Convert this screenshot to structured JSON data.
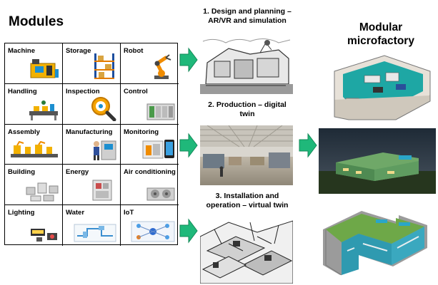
{
  "modules": {
    "title": "Modules",
    "items": [
      {
        "label": "Machine",
        "icon": "machine-icon"
      },
      {
        "label": "Storage",
        "icon": "storage-rack-icon"
      },
      {
        "label": "Robot",
        "icon": "robot-arm-icon"
      },
      {
        "label": "Handling",
        "icon": "conveyor-icon"
      },
      {
        "label": "Inspection",
        "icon": "magnifier-gear-icon"
      },
      {
        "label": "Control",
        "icon": "controller-icon"
      },
      {
        "label": "Assembly",
        "icon": "assembly-line-icon"
      },
      {
        "label": "Manufacturing",
        "icon": "worker-machine-icon"
      },
      {
        "label": "Monitoring",
        "icon": "tablet-monitor-icon"
      },
      {
        "label": "Building",
        "icon": "building-plan-icon"
      },
      {
        "label": "Energy",
        "icon": "energy-cabinet-icon"
      },
      {
        "label": "Air conditioning",
        "icon": "hvac-unit-icon"
      },
      {
        "label": "Lighting",
        "icon": "light-fixture-icon"
      },
      {
        "label": "Water",
        "icon": "water-pipes-icon"
      },
      {
        "label": "IoT",
        "icon": "iot-network-icon"
      }
    ]
  },
  "stages": [
    {
      "title_line1": "1. Design and planning –",
      "title_line2": "AR/VR and simulation",
      "image": "sketch-factory-render"
    },
    {
      "title_line1": "2. Production – digital",
      "title_line2": "twin",
      "image": "factory-hall-photo"
    },
    {
      "title_line1": "3. Installation and",
      "title_line2": "operation – virtual twin",
      "image": "isometric-line-drawing"
    }
  ],
  "microfactory": {
    "title_line1": "Modular",
    "title_line2": "microfactory",
    "images": [
      "floor-plan-3d",
      "building-night-render",
      "building-aerial-render"
    ]
  },
  "colors": {
    "arrow": "#1fb87a",
    "arrow_dark": "#138a58",
    "border": "#000000"
  }
}
